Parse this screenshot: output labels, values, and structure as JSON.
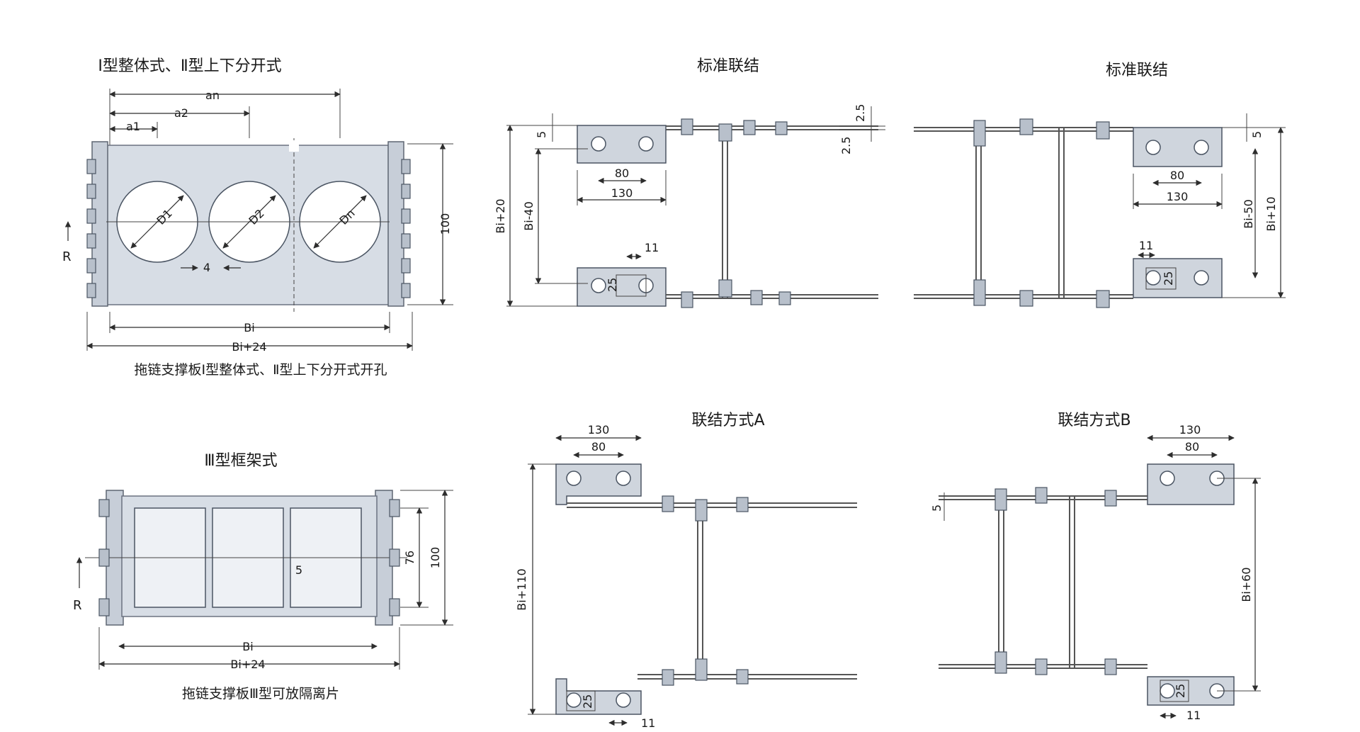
{
  "titles": {
    "type12": "Ⅰ型整体式、Ⅱ型上下分开式",
    "std1": "标准联结",
    "std2": "标准联结",
    "type3": "Ⅲ型框架式",
    "connA": "联结方式A",
    "connB": "联结方式B"
  },
  "captions": {
    "type12": "拖链支撑板Ⅰ型整体式、Ⅱ型上下分开式开孔",
    "type3": "拖链支撑板Ⅲ型可放隔离片"
  },
  "dims": {
    "an": "an",
    "a2": "a2",
    "a1": "a1",
    "d1": "D1",
    "d2": "D2",
    "dn": "Dn",
    "gap4": "4",
    "h100": "100",
    "r": "R",
    "bi": "Bi",
    "bi24": "Bi+24",
    "std1_5": "5",
    "std1_80": "80",
    "std1_130": "130",
    "std1_bi20": "Bi+20",
    "std1_bi40": "Bi-40",
    "std1_11": "11",
    "std1_25": "25",
    "std1_2_5a": "2.5",
    "std1_2_5b": "2.5",
    "std2_5": "5",
    "std2_80": "80",
    "std2_130": "130",
    "std2_bi50": "Bi-50",
    "std2_bi10": "Bi+10",
    "std2_11": "11",
    "std2_25": "25",
    "t3_5": "5",
    "t3_76": "76",
    "t3_100": "100",
    "t3_r": "R",
    "t3_bi": "Bi",
    "t3_bi24": "Bi+24",
    "ca_130": "130",
    "ca_80": "80",
    "ca_bi110": "Bi+110",
    "ca_25": "25",
    "ca_11": "11",
    "cb_130": "130",
    "cb_80": "80",
    "cb_5": "5",
    "cb_bi60": "Bi+60",
    "cb_25": "25",
    "cb_11": "11"
  }
}
